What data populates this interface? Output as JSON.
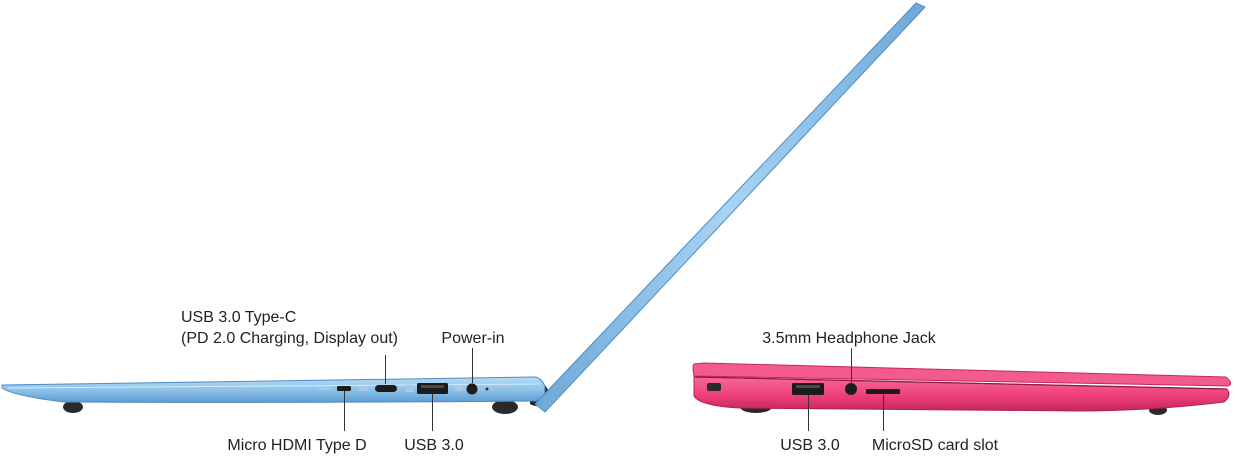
{
  "labels": {
    "usb_c_line1": "USB 3.0 Type-C",
    "usb_c_line2": "(PD 2.0 Charging, Display out)",
    "power_in": "Power-in",
    "micro_hdmi": "Micro HDMI Type D",
    "usb30_left": "USB 3.0",
    "headphone": "3.5mm Headphone Jack",
    "usb30_right": "USB 3.0",
    "microsd": "MicroSD card slot"
  },
  "colors": {
    "blue_laptop": "#8ec3ea",
    "blue_laptop_dark": "#5f9bcf",
    "pink_laptop": "#ee3f78",
    "pink_laptop_dark": "#c3285b",
    "port": "#1c1c1c",
    "foot": "#2a2a2a",
    "text": "#222222"
  }
}
